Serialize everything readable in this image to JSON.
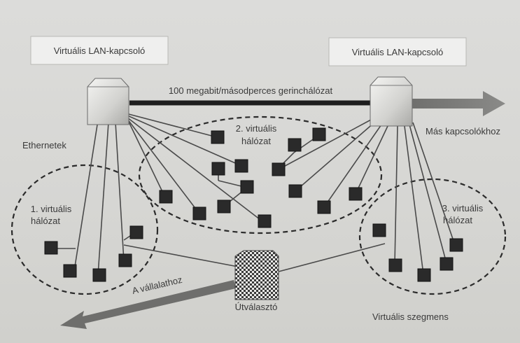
{
  "switch_left_label": "Virtuális LAN-kapcsoló",
  "switch_right_label": "Virtuális LAN-kapcsoló",
  "backbone_label": "100 megabit/másodperces gerinchálózat",
  "ethernets_label": "Ethernetek",
  "other_switches_label": "Más kapcsolókhoz",
  "vlan1_label_line1": "1. virtuális",
  "vlan1_label_line2": "hálózat",
  "vlan2_label_line1": "2. virtuális",
  "vlan2_label_line2": "hálózat",
  "vlan3_label_line1": "3. virtuális",
  "vlan3_label_line2": "hálózat",
  "router_label": "Útválasztó",
  "enterprise_label": "A vállalathoz",
  "segment_label": "Virtuális szegmens"
}
